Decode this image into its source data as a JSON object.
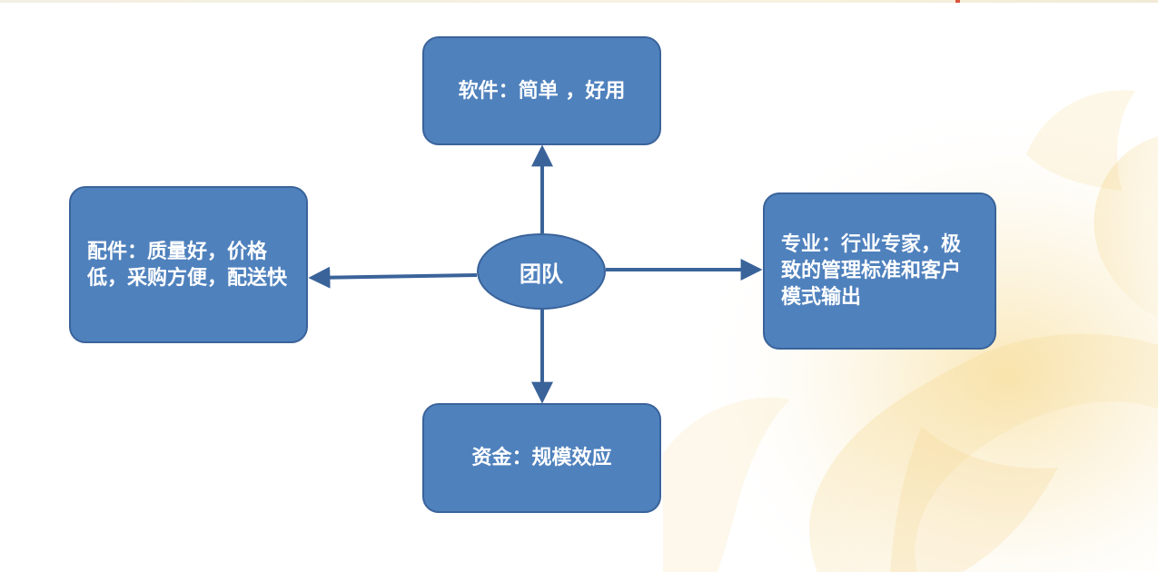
{
  "diagram": {
    "center": {
      "label": "团队"
    },
    "nodes": {
      "top": {
        "label": "软件：简单 ，好用"
      },
      "left": {
        "label": "配件：质量好，价格低，采购方便，配送快"
      },
      "right": {
        "label": "专业：行业专家，极致的管理标准和客户模式输出"
      },
      "bottom": {
        "label": "资金：规模效应"
      }
    }
  },
  "colors": {
    "node_fill": "#4f81bd",
    "node_border": "#3a639a",
    "connector": "#3a639a",
    "text": "#ffffff",
    "background": "#ffffff",
    "background_art": "#f2c85b"
  }
}
